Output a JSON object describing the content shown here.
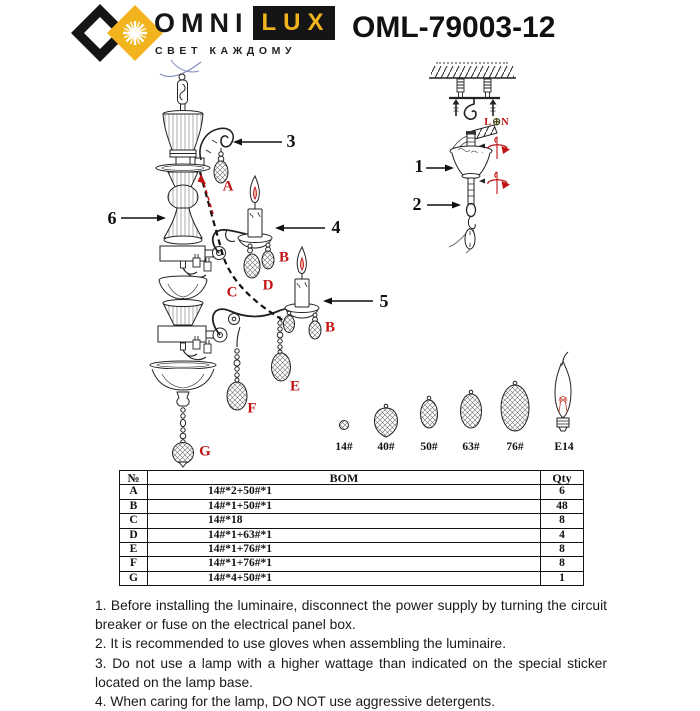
{
  "header": {
    "brand_primary": "OMNI",
    "brand_accent": "LUX",
    "brand_tagline": "СВЕТ КАЖДОМУ",
    "model": "OML-79003-12"
  },
  "icons": {
    "brand_mark": "sunburst-diamond",
    "earth_symbol": "circled-earth"
  },
  "diagram": {
    "callouts": {
      "n1": "1",
      "n2": "2",
      "n3": "3",
      "n4": "4",
      "n5": "5",
      "n6": "6"
    },
    "crystal_marks": {
      "a": "A",
      "b_upper": "B",
      "c": "C",
      "d": "D",
      "b_lower": "B",
      "e": "E",
      "f": "F",
      "g": "G"
    },
    "wiring": {
      "live": "L",
      "earth": "⊕",
      "neutral": "N"
    }
  },
  "legend": {
    "items": [
      {
        "id": "size-14",
        "label": "14#"
      },
      {
        "id": "size-40",
        "label": "40#"
      },
      {
        "id": "size-50",
        "label": "50#"
      },
      {
        "id": "size-63",
        "label": "63#"
      },
      {
        "id": "size-76",
        "label": "76#"
      },
      {
        "id": "bulb-e14",
        "label": "E14"
      }
    ]
  },
  "bom_table": {
    "headers": {
      "num": "№",
      "bom": "BOM",
      "qty": "Qty"
    },
    "rows": [
      {
        "num": "A",
        "bom": "14#*2+50#*1",
        "qty": "6"
      },
      {
        "num": "B",
        "bom": "14#*1+50#*1",
        "qty": "48"
      },
      {
        "num": "C",
        "bom": "14#*18",
        "qty": "8"
      },
      {
        "num": "D",
        "bom": "14#*1+63#*1",
        "qty": "4"
      },
      {
        "num": "E",
        "bom": "14#*1+76#*1",
        "qty": "8"
      },
      {
        "num": "F",
        "bom": "14#*1+76#*1",
        "qty": "8"
      },
      {
        "num": "G",
        "bom": "14#*4+50#*1",
        "qty": "1"
      }
    ]
  },
  "instructions": [
    "1. Before installing the luminaire, disconnect the power supply by turning the circuit breaker or fuse on the electrical panel box.",
    "2. It is recommended to use gloves when assembling the luminaire.",
    "3. Do not use a lamp with a higher wattage than indicated on the special sticker located on the lamp base.",
    "4. When caring for the lamp, DO NOT use aggressive detergents."
  ]
}
